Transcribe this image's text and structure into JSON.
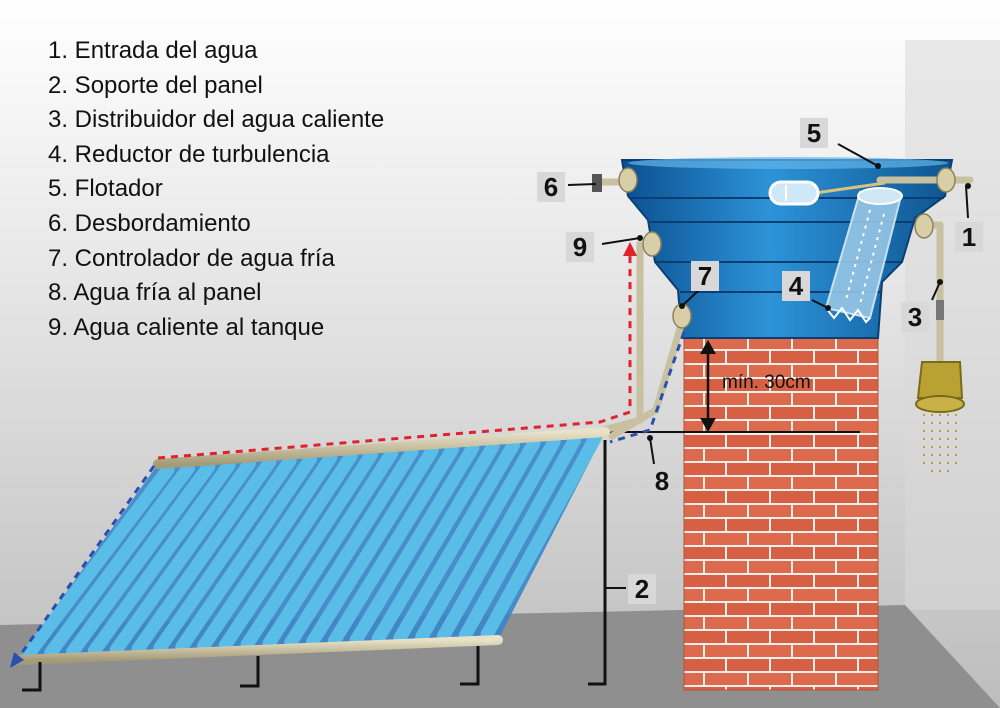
{
  "legend": {
    "items": [
      "1. Entrada del agua",
      "2. Soporte del panel",
      "3. Distribuidor del agua caliente",
      "4. Reductor de turbulencia",
      "5. Flotador",
      "6. Desbordamiento",
      "7. Controlador de agua fría",
      "8. Agua fría al panel",
      "9. Agua caliente al tanque"
    ]
  },
  "callouts": [
    "1",
    "2",
    "3",
    "4",
    "5",
    "6",
    "7",
    "8",
    "9"
  ],
  "dimension": {
    "label": "mín. 30cm"
  },
  "colors": {
    "hot_flow": "#e0222b",
    "cold_flow": "#2a4fae",
    "tank": "#1f7fc4",
    "brick": "#d9644a",
    "wall": "#c9c9c9",
    "floor": "#8a8a8a"
  }
}
